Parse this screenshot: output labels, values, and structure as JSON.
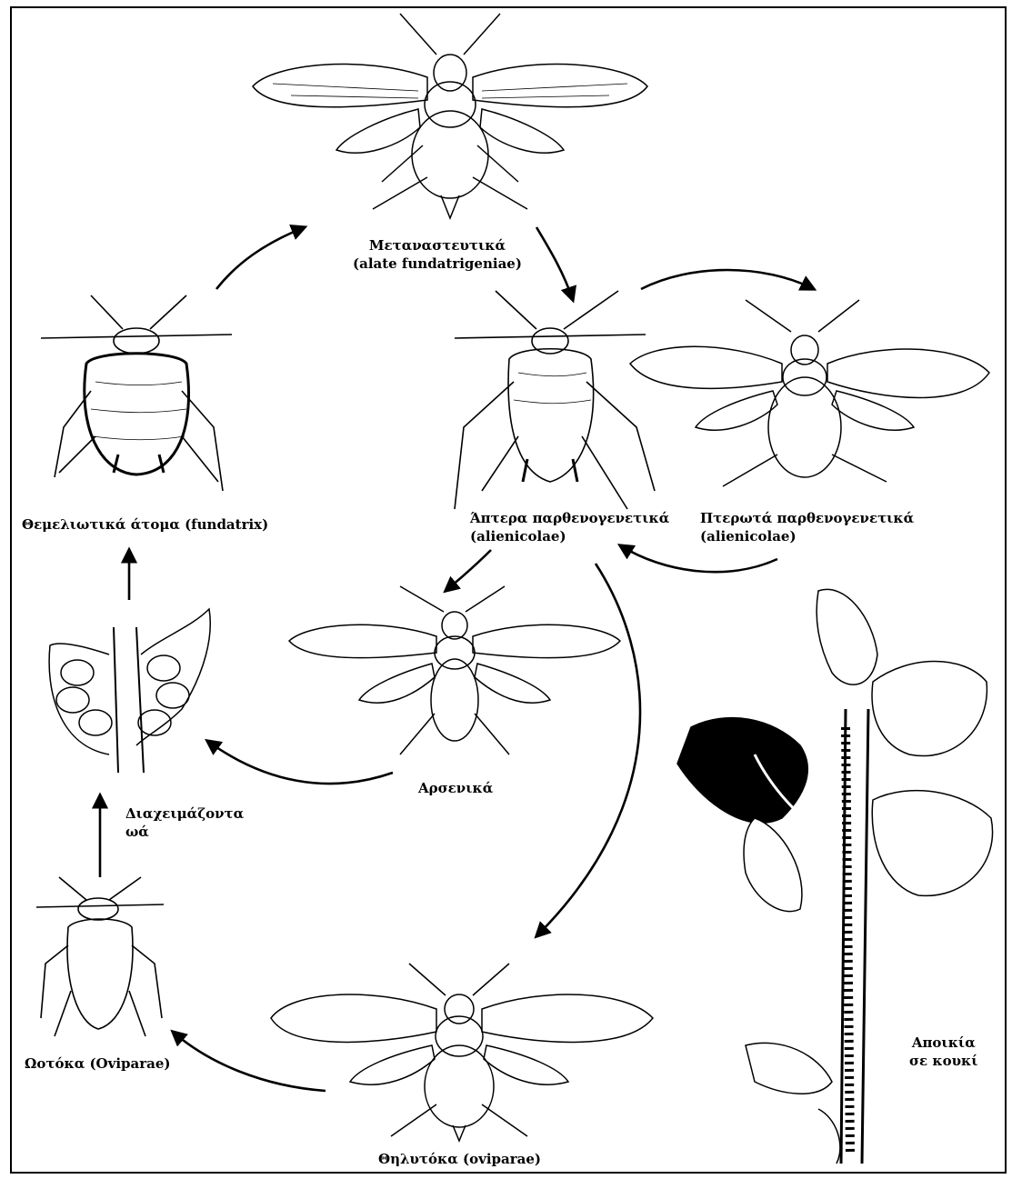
{
  "stages": {
    "alate_fundatrigeniae": {
      "line1": "Μεταναστευτικά",
      "line2": "(alate fundatrigeniae)"
    },
    "apterous_alienicolae": {
      "line1": "Άπτερα παρθενογενετικά",
      "line2": "(alienicolae)"
    },
    "winged_alienicolae": {
      "line1": "Πτερωτά παρθενογενετικά",
      "line2": "(alienicolae)"
    },
    "fundatrix": {
      "line1": "Θεμελιωτικά άτομα (fundatrix)"
    },
    "males": {
      "line1": "Αρσενικά"
    },
    "overwintering_eggs": {
      "line1": "Διαχειμάζοντα",
      "line2": "ωά"
    },
    "oviparae": {
      "line1": "Ωοτόκα (Oviparae)"
    },
    "oviparae_females": {
      "line1": "Θηλυτόκα (oviparae)"
    },
    "colony": {
      "line1": "Αποικία",
      "line2": "σε κουκί"
    }
  },
  "colors": {
    "ink": "#000000",
    "background": "#ffffff"
  }
}
